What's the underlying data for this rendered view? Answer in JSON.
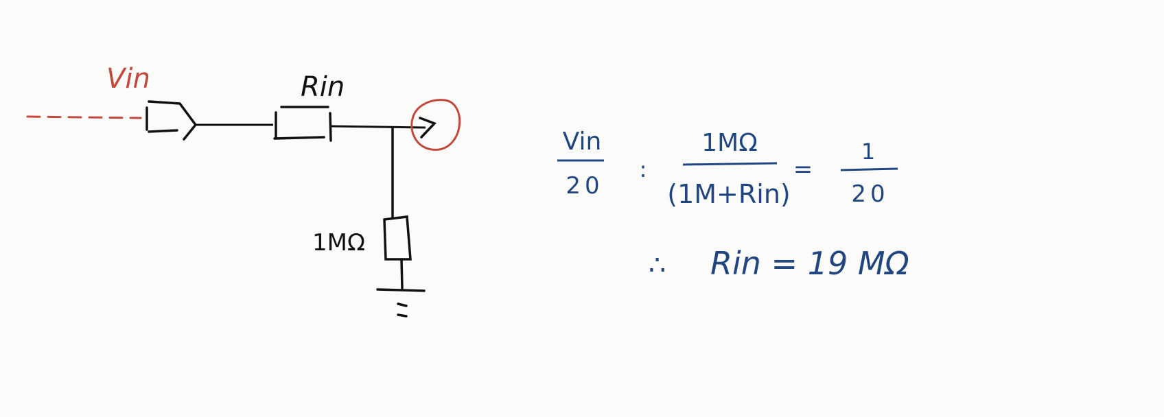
{
  "colors": {
    "background": "#fbfbfa",
    "ink_black": "#111111",
    "ink_red": "#c04a3e",
    "ink_blue": "#21467f"
  },
  "circuit": {
    "input_label": "Vin",
    "series_resistor_label": "Rin",
    "shunt_resistor_label": "1MΩ",
    "components": [
      {
        "type": "input-connector",
        "label": "Vin",
        "input_line": "dashed-red"
      },
      {
        "type": "resistor",
        "orientation": "horizontal",
        "label": "Rin"
      },
      {
        "type": "output-arrow",
        "highlight": "red-circle"
      },
      {
        "type": "resistor",
        "orientation": "vertical",
        "label": "1MΩ"
      },
      {
        "type": "ground"
      }
    ]
  },
  "equations": {
    "line1": {
      "lhs_numerator": "Vin",
      "lhs_denominator": "20",
      "relation": ":",
      "mid_numerator": "1MΩ",
      "mid_denominator": "(1M+Rin)",
      "equals": "=",
      "rhs_numerator": "1",
      "rhs_denominator": "20"
    },
    "line2": {
      "therefore": "∴",
      "text": "Rin = 19 MΩ"
    }
  }
}
